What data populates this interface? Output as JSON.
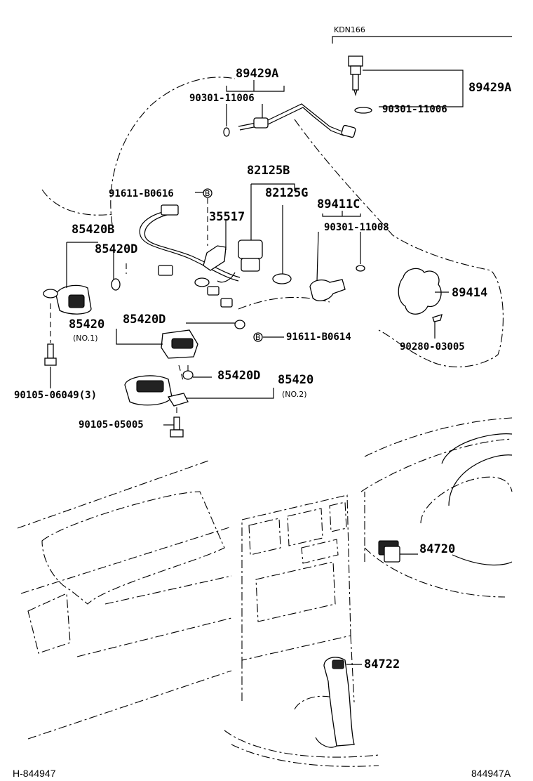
{
  "header": {
    "variant": "KDN166"
  },
  "labels": {
    "p89429A_top": "89429A",
    "p90301_11006_top": "90301-11006",
    "p89429A_right": "89429A",
    "p90301_11006_right": "90301-11006",
    "p82125B": "82125B",
    "p82125G": "82125G",
    "p91611_B0616": "91611-B0616",
    "p35517": "35517",
    "p89411C": "89411C",
    "p90301_11008": "90301-11008",
    "p85420B": "85420B",
    "p85420D_a": "85420D",
    "p89414": "89414",
    "p85420_no1": "85420",
    "no1": "(NO.1)",
    "p85420D_b": "85420D",
    "p91611_B0614": "91611-B0614",
    "p90280_03005": "90280-03005",
    "p90105_06049": "90105-06049(3)",
    "p85420D_c": "85420D",
    "p85420_no2": "85420",
    "no2": "(NO.2)",
    "p90105_05005": "90105-05005",
    "p84720": "84720",
    "p84722": "84722",
    "bolt_mark": "B"
  },
  "footer": {
    "left": "H-844947",
    "right": "844947A"
  }
}
